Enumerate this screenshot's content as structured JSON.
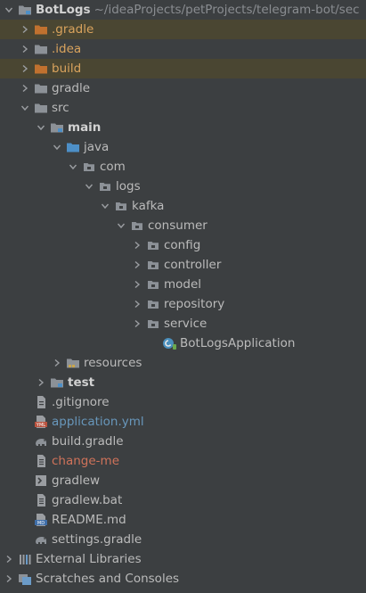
{
  "colors": {
    "background": "#3c3f41",
    "excluded_bg": "#4a4632",
    "text": "#bbbbbb",
    "excluded_text": "#d9a35d",
    "unversioned_text": "#d0735a",
    "modified_text": "#6897bb",
    "folder": "#8c9197",
    "excluded_folder": "#c0712f",
    "source_folder": "#4d8fc7"
  },
  "project": {
    "name": "BotLogs",
    "path": "~/ideaProjects/petProjects/telegram-bot/sec"
  },
  "rows": [
    {
      "name": "tree-row-project-root",
      "label": "BotLogs",
      "path": "~/ideaProjects/petProjects/telegram-bot/sec",
      "depth": 0,
      "chevron": "down",
      "icon": "module-folder-icon",
      "bold": true
    },
    {
      "name": "tree-row-gradle-dir",
      "label": ".gradle",
      "depth": 1,
      "chevron": "right",
      "icon": "excluded-folder-icon",
      "excluded": true,
      "color": "excluded"
    },
    {
      "name": "tree-row-idea-dir",
      "label": ".idea",
      "depth": 1,
      "chevron": "right",
      "icon": "folder-icon",
      "color": "excluded"
    },
    {
      "name": "tree-row-build-dir",
      "label": "build",
      "depth": 1,
      "chevron": "right",
      "icon": "excluded-folder-icon",
      "excluded": true,
      "color": "excluded"
    },
    {
      "name": "tree-row-gradle-folder",
      "label": "gradle",
      "depth": 1,
      "chevron": "right",
      "icon": "folder-icon"
    },
    {
      "name": "tree-row-src",
      "label": "src",
      "depth": 1,
      "chevron": "down",
      "icon": "folder-icon"
    },
    {
      "name": "tree-row-main",
      "label": "main",
      "depth": 2,
      "chevron": "down",
      "icon": "module-folder-icon",
      "bold": true
    },
    {
      "name": "tree-row-java",
      "label": "java",
      "depth": 3,
      "chevron": "down",
      "icon": "source-folder-icon"
    },
    {
      "name": "tree-row-com",
      "label": "com",
      "depth": 4,
      "chevron": "down",
      "icon": "package-icon"
    },
    {
      "name": "tree-row-logs",
      "label": "logs",
      "depth": 5,
      "chevron": "down",
      "icon": "package-icon"
    },
    {
      "name": "tree-row-kafka",
      "label": "kafka",
      "depth": 6,
      "chevron": "down",
      "icon": "package-icon"
    },
    {
      "name": "tree-row-consumer",
      "label": "consumer",
      "depth": 7,
      "chevron": "down",
      "icon": "package-icon"
    },
    {
      "name": "tree-row-config",
      "label": "config",
      "depth": 8,
      "chevron": "right",
      "icon": "package-icon"
    },
    {
      "name": "tree-row-controller",
      "label": "controller",
      "depth": 8,
      "chevron": "right",
      "icon": "package-icon"
    },
    {
      "name": "tree-row-model",
      "label": "model",
      "depth": 8,
      "chevron": "right",
      "icon": "package-icon"
    },
    {
      "name": "tree-row-repository",
      "label": "repository",
      "depth": 8,
      "chevron": "right",
      "icon": "package-icon"
    },
    {
      "name": "tree-row-service",
      "label": "service",
      "depth": 8,
      "chevron": "right",
      "icon": "package-icon"
    },
    {
      "name": "tree-row-botlogs-application",
      "label": "BotLogsApplication",
      "depth": 9,
      "chevron": "none",
      "icon": "spring-boot-class-icon"
    },
    {
      "name": "tree-row-resources",
      "label": "resources",
      "depth": 3,
      "chevron": "right",
      "icon": "resources-folder-icon"
    },
    {
      "name": "tree-row-test",
      "label": "test",
      "depth": 2,
      "chevron": "right",
      "icon": "module-folder-icon",
      "bold": true
    },
    {
      "name": "tree-row-gitignore",
      "label": ".gitignore",
      "depth": 1,
      "chevron": "none",
      "icon": "gitignore-icon"
    },
    {
      "name": "tree-row-application-yml",
      "label": "application.yml",
      "depth": 1,
      "chevron": "none",
      "icon": "yml-file-icon",
      "color": "modified"
    },
    {
      "name": "tree-row-build-gradle",
      "label": "build.gradle",
      "depth": 1,
      "chevron": "none",
      "icon": "gradle-elephant-icon"
    },
    {
      "name": "tree-row-change-me",
      "label": "change-me",
      "depth": 1,
      "chevron": "none",
      "icon": "text-file-icon",
      "color": "unversioned"
    },
    {
      "name": "tree-row-gradlew",
      "label": "gradlew",
      "depth": 1,
      "chevron": "none",
      "icon": "shell-script-icon"
    },
    {
      "name": "tree-row-gradlew-bat",
      "label": "gradlew.bat",
      "depth": 1,
      "chevron": "none",
      "icon": "text-file-icon"
    },
    {
      "name": "tree-row-readme",
      "label": "README.md",
      "depth": 1,
      "chevron": "none",
      "icon": "markdown-file-icon"
    },
    {
      "name": "tree-row-settings-gradle",
      "label": "settings.gradle",
      "depth": 1,
      "chevron": "none",
      "icon": "gradle-elephant-icon"
    },
    {
      "name": "tree-row-external-libraries",
      "label": "External Libraries",
      "depth": 0,
      "chevron": "right",
      "icon": "libraries-icon"
    },
    {
      "name": "tree-row-scratches",
      "label": "Scratches and Consoles",
      "depth": 0,
      "chevron": "right",
      "icon": "scratches-icon"
    }
  ]
}
